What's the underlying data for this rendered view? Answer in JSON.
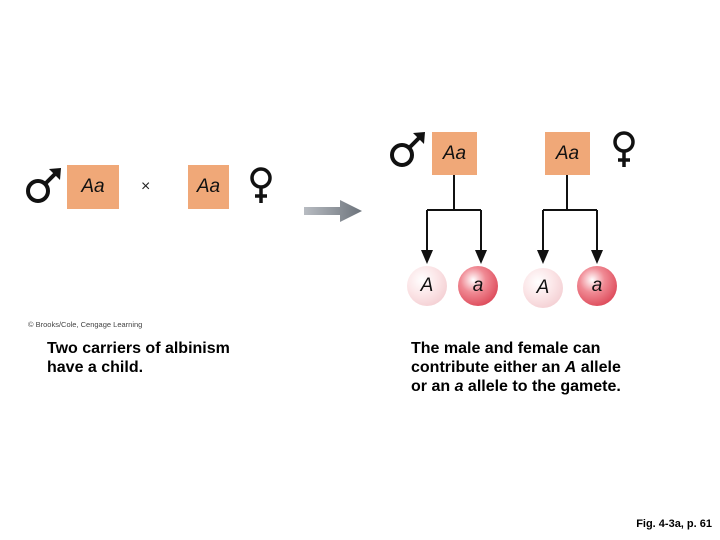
{
  "left": {
    "male_genotype": "Aa",
    "cross_sign": "×",
    "female_genotype": "Aa",
    "copyright": "© Brooks/Cole, Cengage Learning",
    "caption_line1": "Two carriers of albinism",
    "caption_line2": "have a child."
  },
  "right": {
    "male_genotype": "Aa",
    "female_genotype": "Aa",
    "gametes": [
      "A",
      "a",
      "A",
      "a"
    ],
    "caption_line1": "The male and female can",
    "caption_line2_pre": "contribute either an ",
    "caption_line2_em": "A",
    "caption_line2_post": " allele",
    "caption_line3_pre": "or an ",
    "caption_line3_em": "a",
    "caption_line3_post": " allele to the gamete."
  },
  "footer": {
    "figure_ref": "Fig. 4-3a, p. 61"
  },
  "colors": {
    "genotype_box": "#f0a878",
    "gamete_dominant": "#f2c6cb",
    "gamete_recessive": "#d3283b",
    "arrow": "#7a8088"
  }
}
